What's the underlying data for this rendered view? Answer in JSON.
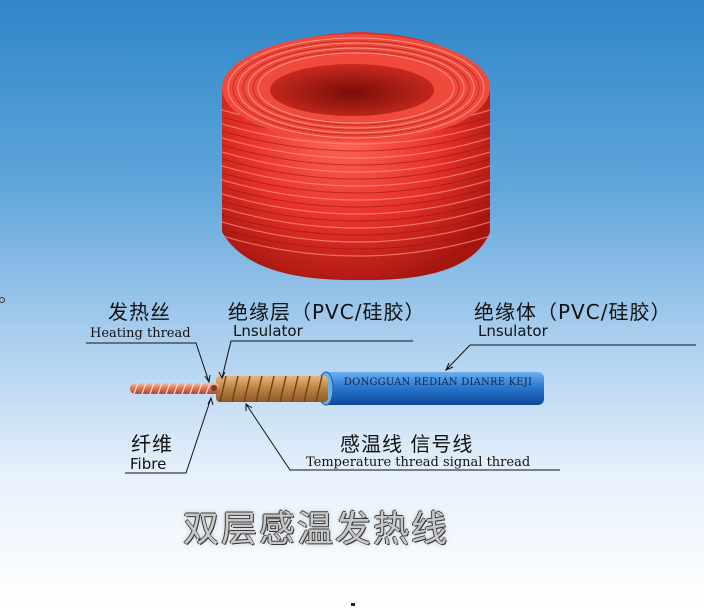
{
  "colors": {
    "background_top": "#2f86c9",
    "background_bottom": "#ffffff",
    "cable_red": "#e8332a",
    "jacket_blue": "#2b78d0",
    "insulator_tan": "#c7955a"
  },
  "labels": {
    "heating_thread_cn": "发热丝",
    "heating_thread_en": "Heating thread",
    "insulator_layer_cn": "绝缘层（PVC/硅胶）",
    "insulator_layer_en": "Lnsulator",
    "insulator_body_cn": "绝缘体（PVC/硅胶）",
    "insulator_body_en": "Lnsulator",
    "fibre_cn": "纤维",
    "fibre_en": "Fibre",
    "temp_signal_cn": "感温线 信号线",
    "temp_signal_en": "Temperature thread signal thread"
  },
  "cable_print": "DONGGUAN REDIAN DIANRE KEJI",
  "title": "双层感温发热线"
}
